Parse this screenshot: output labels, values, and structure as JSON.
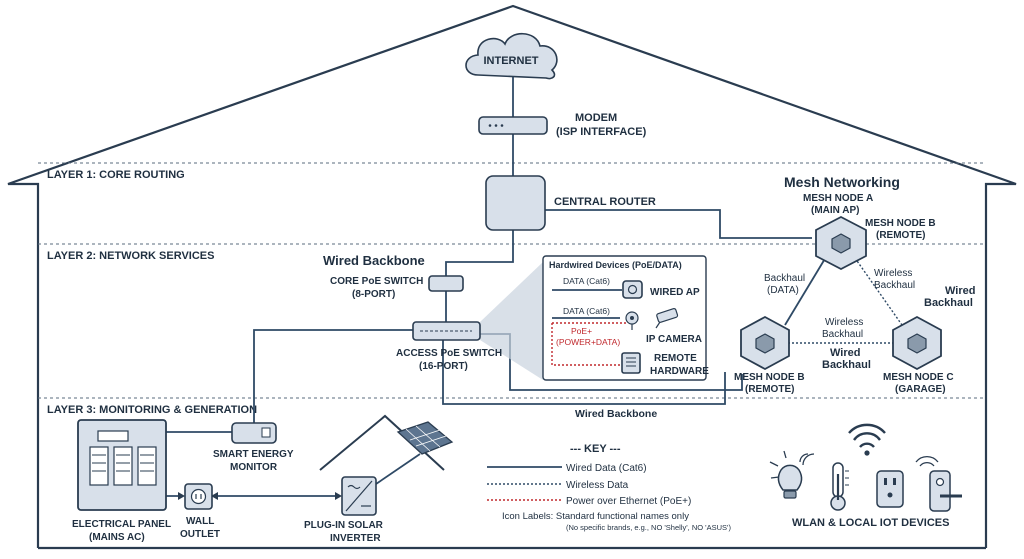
{
  "layers": {
    "core": "LAYER 1: CORE ROUTING",
    "services": "LAYER 2: NETWORK SERVICES",
    "monitoring": "LAYER 3: MONITORING & GENERATION"
  },
  "nodes": {
    "internet": "INTERNET",
    "modem_l1": "MODEM",
    "modem_l2": "(ISP INTERFACE)",
    "router": "CENTRAL ROUTER",
    "wired_backbone_title": "Wired Backbone",
    "core_switch_l1": "CORE PoE SWITCH",
    "core_switch_l2": "(8-PORT)",
    "access_switch_l1": "ACCESS PoE SWITCH",
    "access_switch_l2": "(16-PORT)",
    "mesh_title": "Mesh Networking",
    "mesh_a_l1": "MESH NODE A",
    "mesh_a_l2": "(MAIN AP)",
    "mesh_b_top_l1": "MESH NODE B",
    "mesh_b_top_l2": "(REMOTE)",
    "mesh_b_l1": "MESH NODE B",
    "mesh_b_l2": "(REMOTE)",
    "mesh_c_l1": "MESH NODE C",
    "mesh_c_l2": "(GARAGE)",
    "energy_l1": "SMART ENERGY",
    "energy_l2": "MONITOR",
    "panel_l1": "ELECTRICAL PANEL",
    "panel_l2": "(MAINS AC)",
    "outlet_l1": "WALL",
    "outlet_l2": "OUTLET",
    "inverter_l1": "PLUG-IN SOLAR",
    "inverter_l2": "INVERTER",
    "iot": "WLAN & LOCAL IOT DEVICES"
  },
  "links": {
    "backhaul_l1": "Backhaul",
    "backhaul_l2": "(DATA)",
    "wl_backhaul_r_l1": "Wireless",
    "wl_backhaul_r_l2": "Backhaul",
    "wired_backhaul_r_l1": "Wired",
    "wired_backhaul_r_l2": "Backhaul",
    "wl_backhaul_m_l1": "Wireless",
    "wl_backhaul_m_l2": "Backhaul",
    "wired_backhaul_m_l1": "Wired",
    "wired_backhaul_m_l2": "Backhaul",
    "wired_backbone_bottom": "Wired Backbone"
  },
  "hardwired": {
    "title": "Hardwired Devices (PoE/DATA)",
    "data1": "DATA (Cat6)",
    "data2": "DATA (Cat6)",
    "poe_l1": "PoE+",
    "poe_l2": "(POWER+DATA)",
    "wired_ap": "WIRED AP",
    "ip_camera": "IP CAMERA",
    "remote_l1": "REMOTE",
    "remote_l2": "HARDWARE"
  },
  "key": {
    "title": "--- KEY ---",
    "wired": "Wired Data (Cat6)",
    "wireless": "Wireless Data",
    "poe": "Power over Ethernet (PoE+)",
    "icon_label_l1": "Icon Labels: Standard functional names only",
    "icon_label_l2": "(No specific brands, e.g., NO 'Shelly', NO 'ASUS')"
  },
  "colors": {
    "wire": "#2f4a66",
    "poe": "#c0282d",
    "device_fill": "#d8e0ea",
    "outline": "#2a3c50"
  }
}
